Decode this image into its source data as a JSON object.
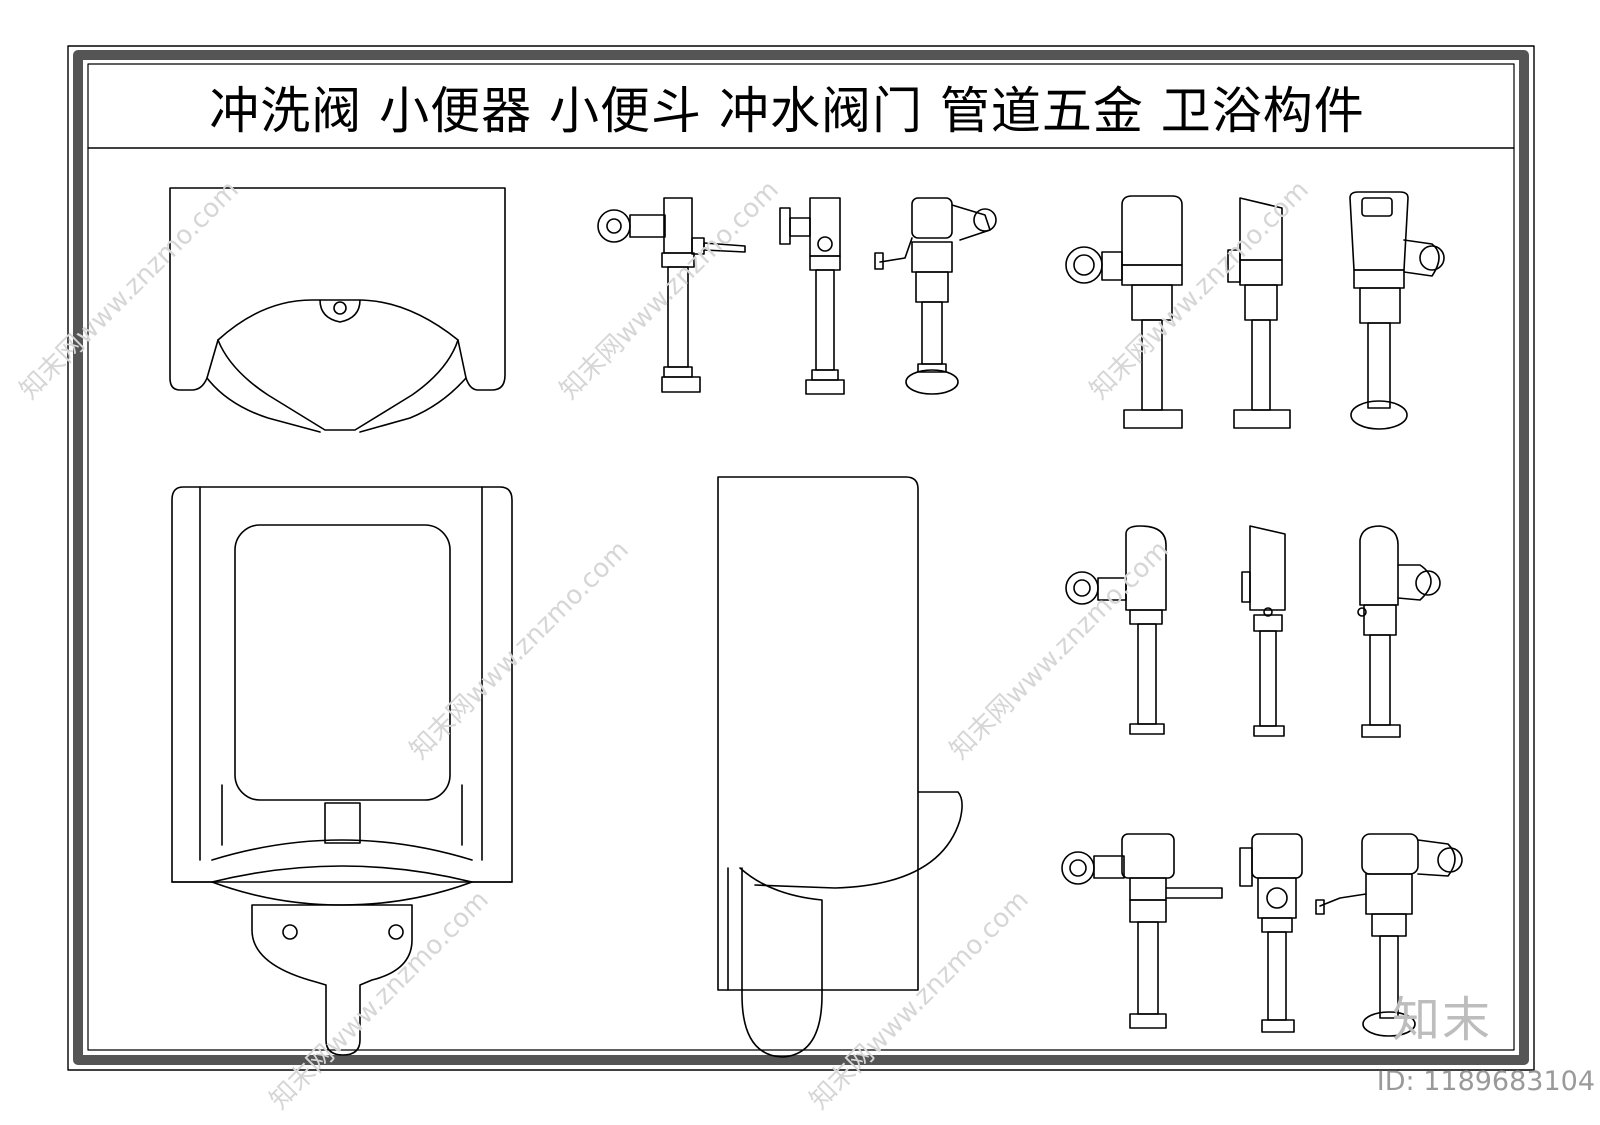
{
  "title": "冲洗阀  小便器  小便斗  冲水阀门  管道五金  卫浴构件",
  "watermark": {
    "brand": "知末",
    "id": "ID: 1189683104",
    "diagonal": "知末网www.znzmo.com"
  },
  "colors": {
    "line": "#000000",
    "frame": "#555555",
    "watermark": "#cccccc"
  }
}
